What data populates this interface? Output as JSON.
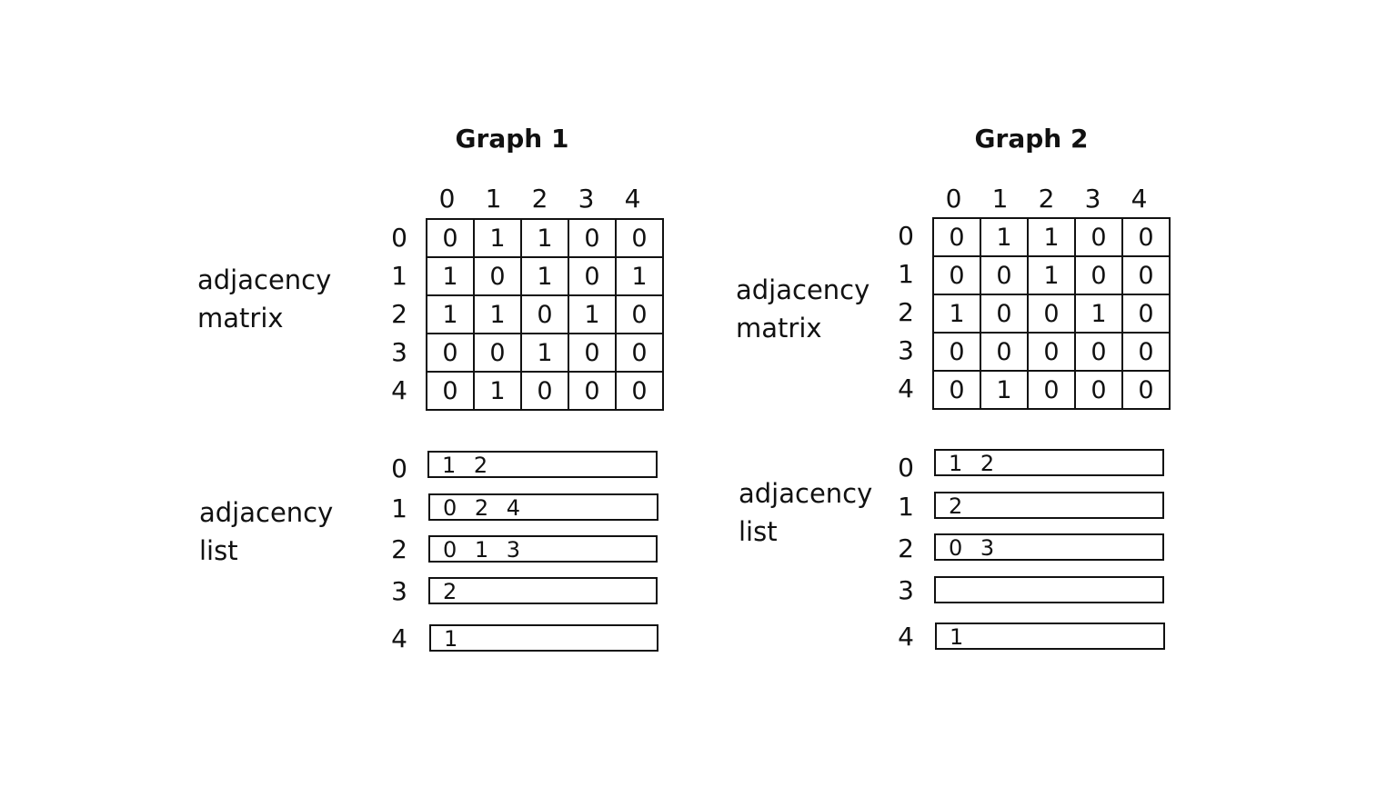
{
  "graphs": [
    {
      "title": "Graph 1",
      "matrix_label": [
        "adjacency",
        "matrix"
      ],
      "list_label": [
        "adjacency",
        "list"
      ],
      "col_headers": [
        "0",
        "1",
        "2",
        "3",
        "4"
      ],
      "row_headers": [
        "0",
        "1",
        "2",
        "3",
        "4"
      ],
      "matrix": [
        [
          "0",
          "1",
          "1",
          "0",
          "0"
        ],
        [
          "1",
          "0",
          "1",
          "0",
          "1"
        ],
        [
          "1",
          "1",
          "0",
          "1",
          "0"
        ],
        [
          "0",
          "0",
          "1",
          "0",
          "0"
        ],
        [
          "0",
          "1",
          "0",
          "0",
          "0"
        ]
      ],
      "list_headers": [
        "0",
        "1",
        "2",
        "3",
        "4"
      ],
      "list": [
        "1 2",
        "0 2 4",
        "0 1 3",
        "2",
        "1"
      ]
    },
    {
      "title": "Graph 2",
      "matrix_label": [
        "adjacency",
        "matrix"
      ],
      "list_label": [
        "adjacency",
        "list"
      ],
      "col_headers": [
        "0",
        "1",
        "2",
        "3",
        "4"
      ],
      "row_headers": [
        "0",
        "1",
        "2",
        "3",
        "4"
      ],
      "matrix": [
        [
          "0",
          "1",
          "1",
          "0",
          "0"
        ],
        [
          "0",
          "0",
          "1",
          "0",
          "0"
        ],
        [
          "1",
          "0",
          "0",
          "1",
          "0"
        ],
        [
          "0",
          "0",
          "0",
          "0",
          "0"
        ],
        [
          "0",
          "1",
          "0",
          "0",
          "0"
        ]
      ],
      "list_headers": [
        "0",
        "1",
        "2",
        "3",
        "4"
      ],
      "list": [
        "1 2",
        "2",
        "0 3",
        "",
        "1"
      ]
    }
  ]
}
